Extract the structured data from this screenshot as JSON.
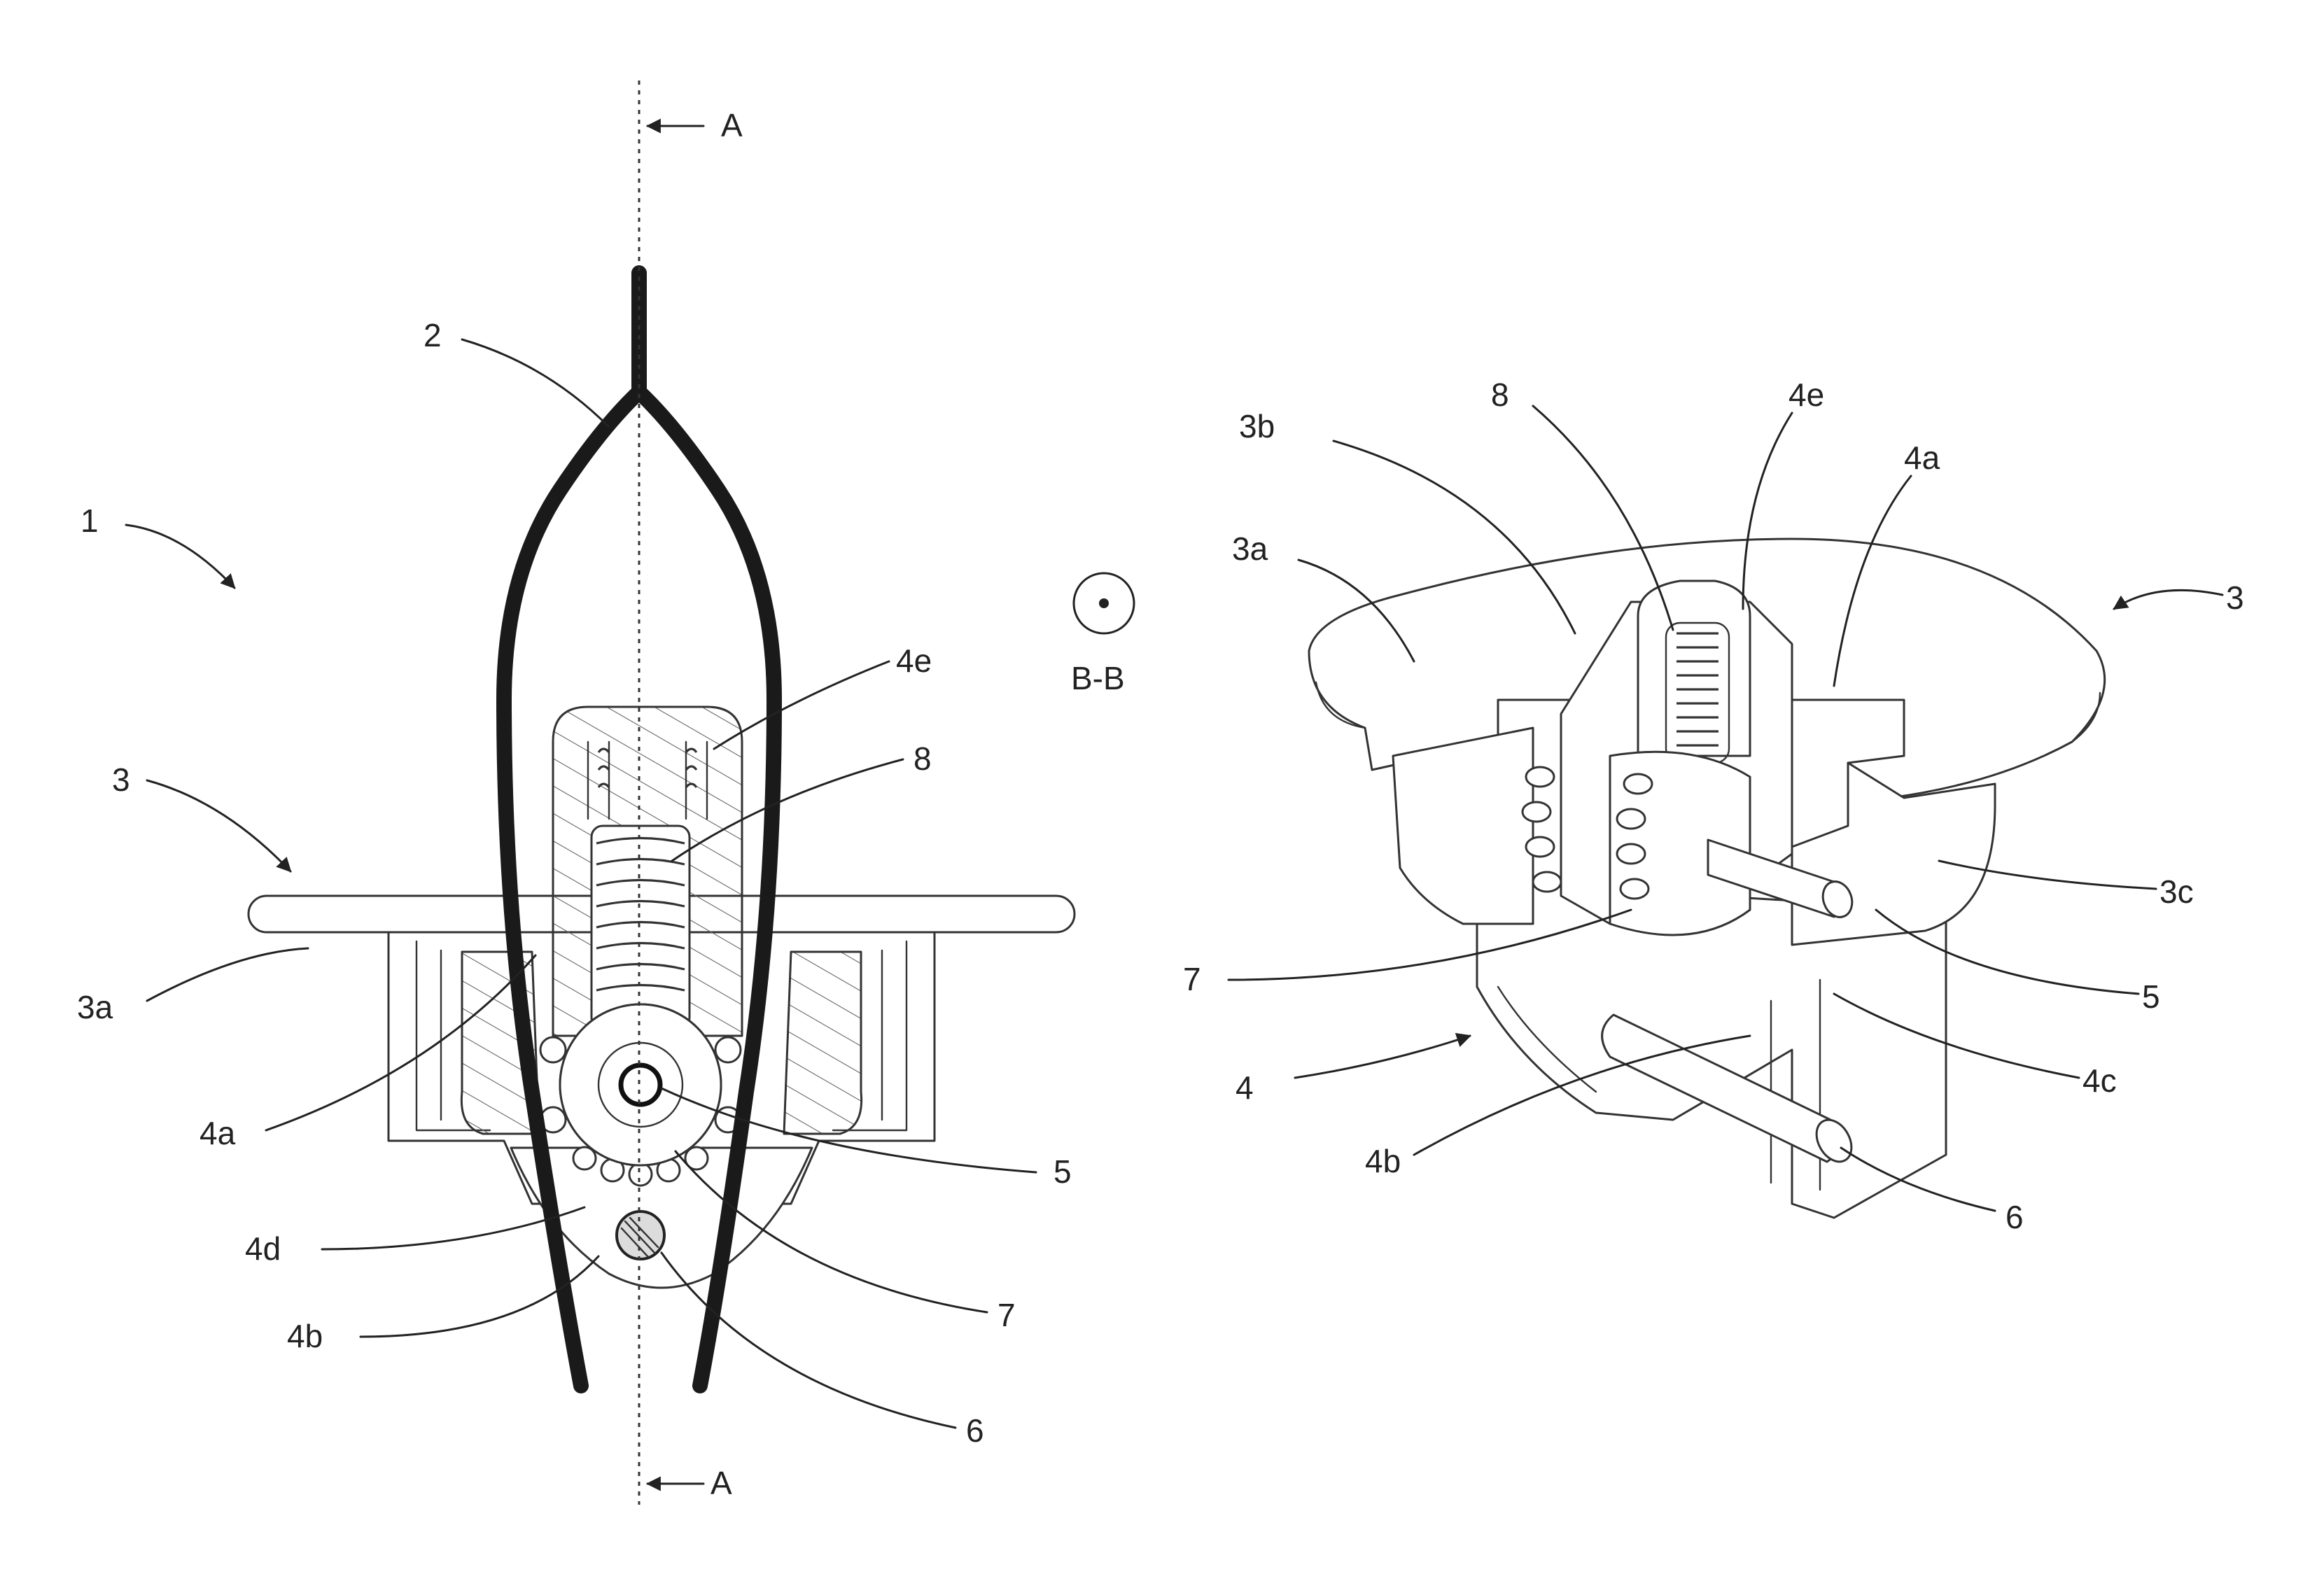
{
  "labels": {
    "fig1": {
      "l1": "1",
      "l2": "2",
      "l3": "3",
      "l3a": "3a",
      "l4a": "4a",
      "l4b": "4b",
      "l4d": "4d",
      "l4e": "4e",
      "l5": "5",
      "l6": "6",
      "l7": "7",
      "l8": "8",
      "sectionTop": "A",
      "sectionBottom": "A",
      "viewMark": "B-B"
    },
    "fig2": {
      "l3": "3",
      "l3a": "3a",
      "l3b": "3b",
      "l3c": "3c",
      "l4": "4",
      "l4a": "4a",
      "l4b": "4b",
      "l4c": "4c",
      "l4e": "4e",
      "l5": "5",
      "l6": "6",
      "l7": "7",
      "l8": "8"
    }
  }
}
